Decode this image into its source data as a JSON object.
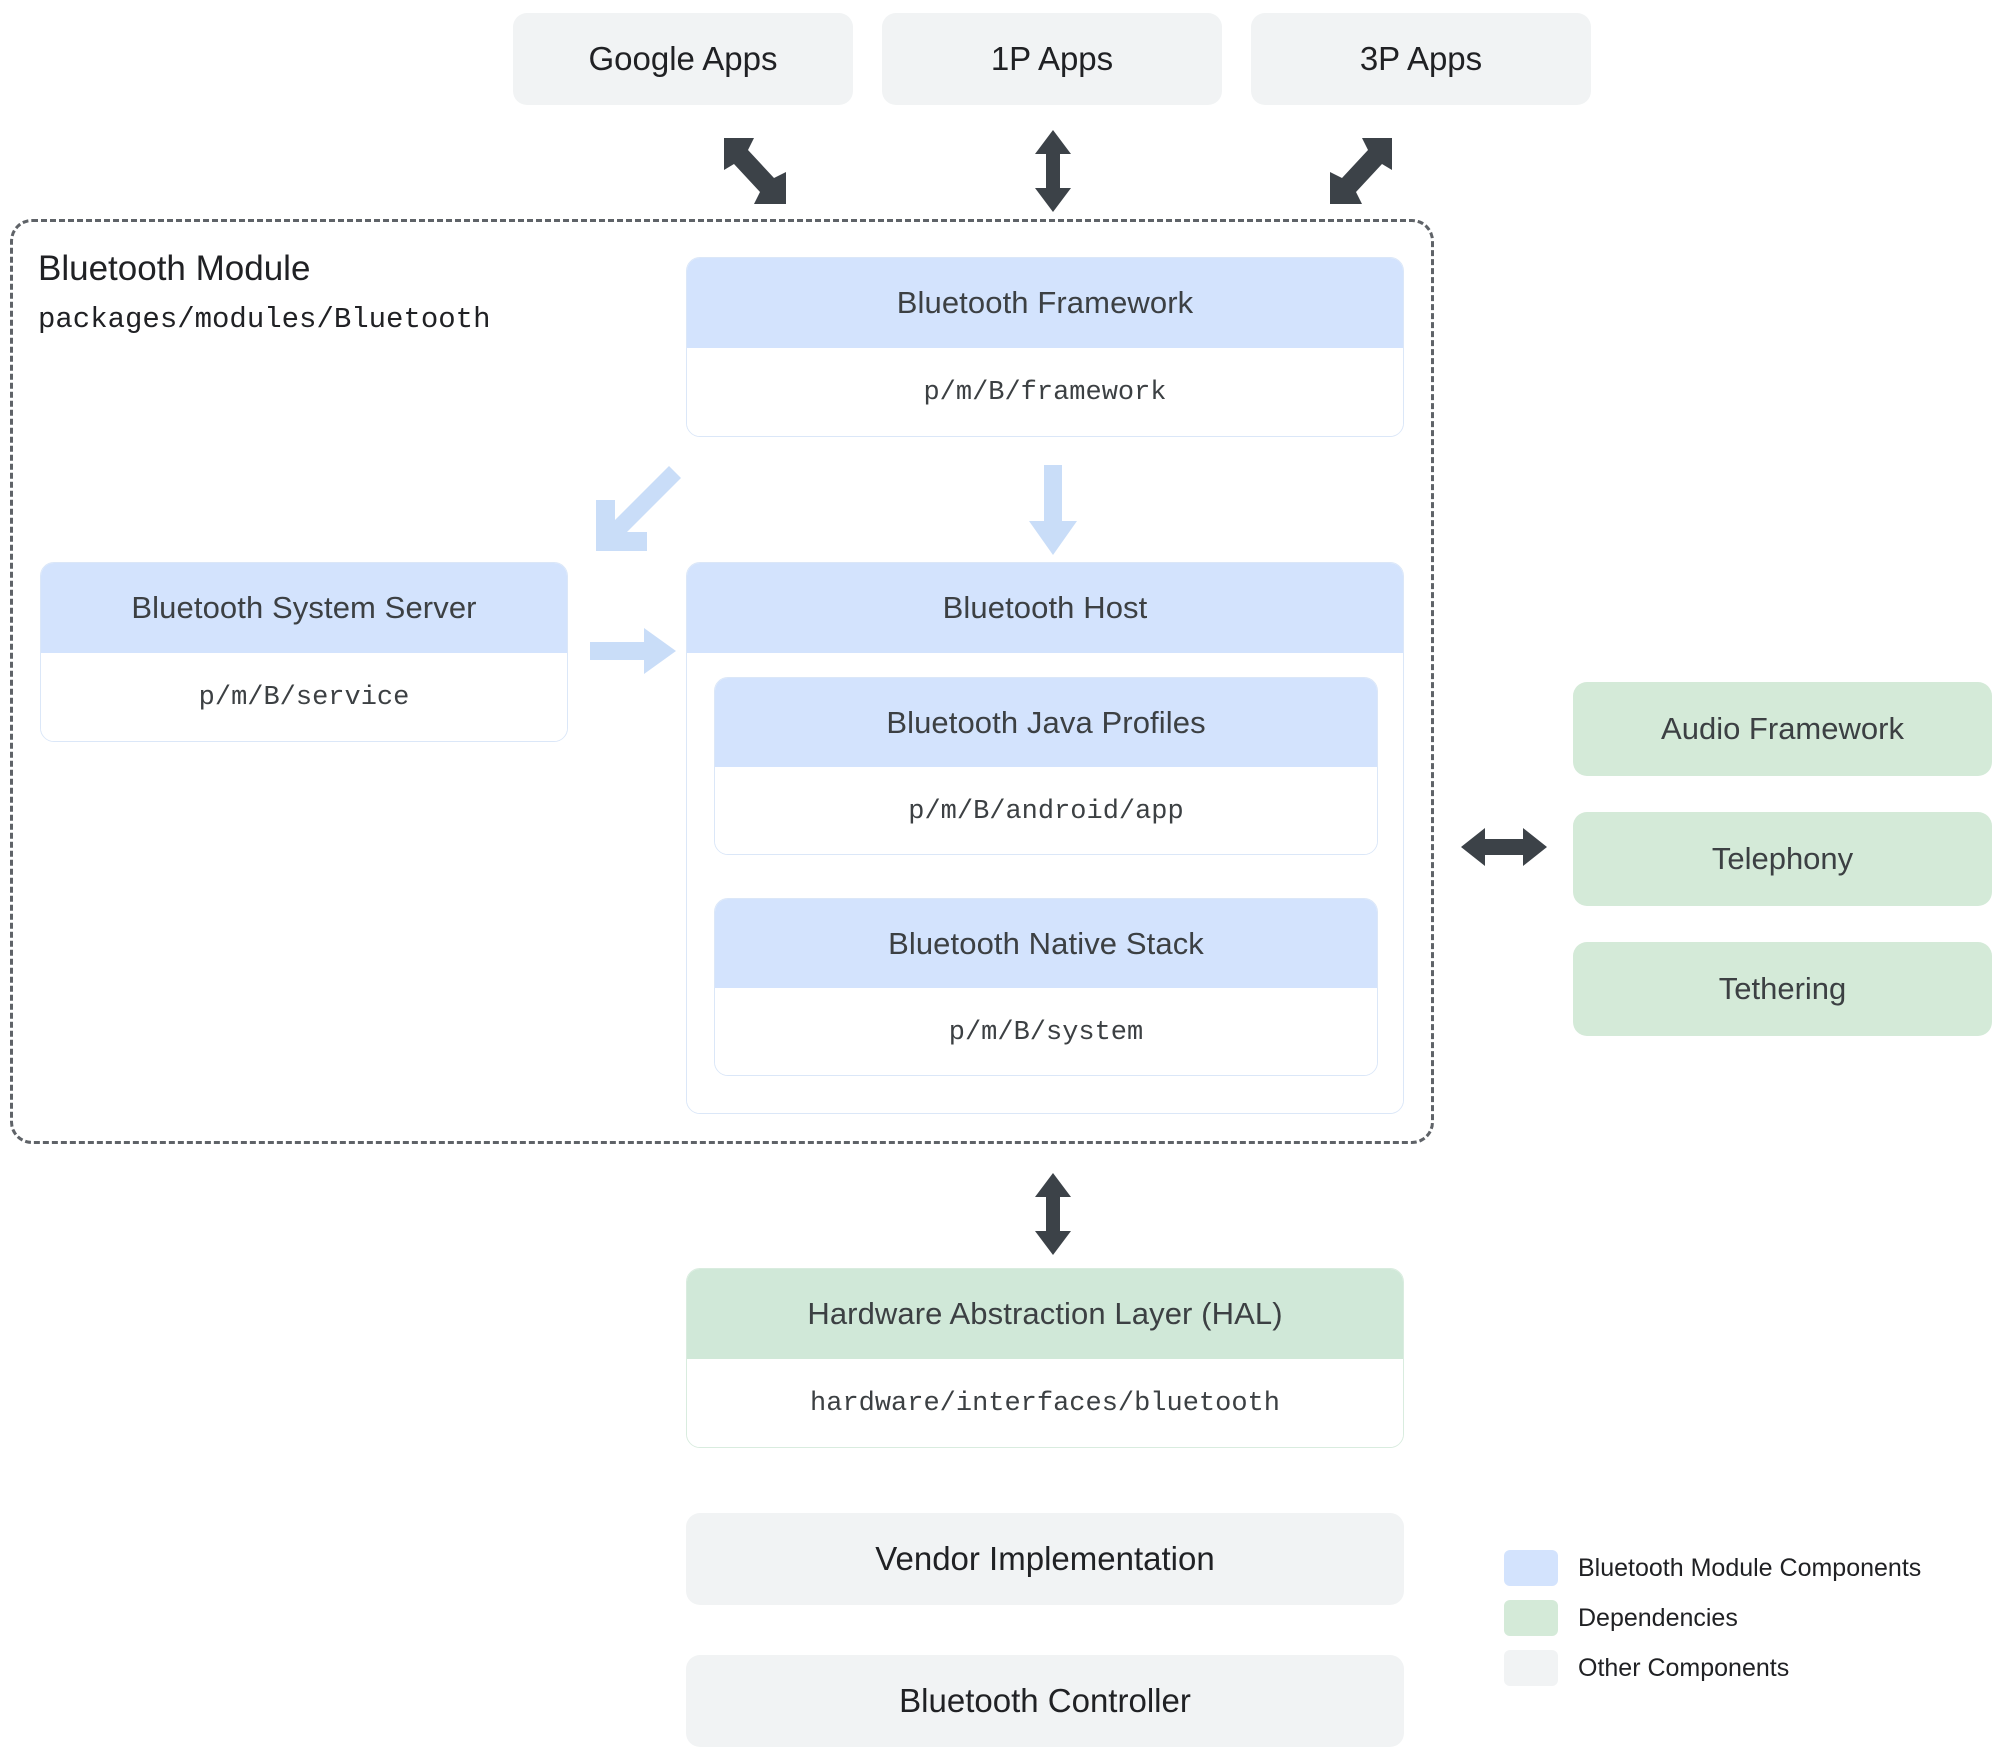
{
  "top_apps": [
    {
      "label": "Google Apps"
    },
    {
      "label": "1P Apps"
    },
    {
      "label": "3P Apps"
    }
  ],
  "module": {
    "title": "Bluetooth Module",
    "path": "packages/modules/Bluetooth"
  },
  "framework": {
    "title": "Bluetooth Framework",
    "path": "p/m/B/framework"
  },
  "system_server": {
    "title": "Bluetooth System Server",
    "path": "p/m/B/service"
  },
  "host": {
    "title": "Bluetooth Host",
    "children": [
      {
        "title": "Bluetooth Java Profiles",
        "path": "p/m/B/android/app"
      },
      {
        "title": "Bluetooth Native Stack",
        "path": "p/m/B/system"
      }
    ]
  },
  "dependencies": [
    {
      "label": "Audio Framework"
    },
    {
      "label": "Telephony"
    },
    {
      "label": "Tethering"
    }
  ],
  "hal": {
    "title": "Hardware Abstraction Layer (HAL)",
    "path": "hardware/interfaces/bluetooth"
  },
  "bottom_boxes": [
    {
      "label": "Vendor Implementation"
    },
    {
      "label": "Bluetooth Controller"
    }
  ],
  "legend": [
    {
      "label": "Bluetooth Module Components",
      "color": "#d3e3fd"
    },
    {
      "label": "Dependencies",
      "color": "#d4ead8"
    },
    {
      "label": "Other Components",
      "color": "#f1f3f4"
    }
  ],
  "colors": {
    "module_blue": "#d3e3fd",
    "dependency_green": "#d4ead8",
    "other_gray": "#f1f3f4",
    "arrow_dark": "#3c4248",
    "arrow_light": "#c9ddf8",
    "dashed_border": "#5f6368"
  },
  "arrows": [
    {
      "name": "google-apps-to-module",
      "style": "double",
      "direction": "diagonal-down-right",
      "color": "#3c4248"
    },
    {
      "name": "1p-apps-to-module",
      "style": "double",
      "direction": "vertical",
      "color": "#3c4248"
    },
    {
      "name": "3p-apps-to-module",
      "style": "double",
      "direction": "diagonal-up-right",
      "color": "#3c4248"
    },
    {
      "name": "framework-to-host",
      "style": "single",
      "direction": "down",
      "color": "#c9ddf8"
    },
    {
      "name": "framework-to-system-server",
      "style": "single",
      "direction": "diagonal-down-left",
      "color": "#c9ddf8"
    },
    {
      "name": "system-server-to-host",
      "style": "single",
      "direction": "right",
      "color": "#c9ddf8"
    },
    {
      "name": "host-to-dependencies",
      "style": "double",
      "direction": "horizontal",
      "color": "#3c4248"
    },
    {
      "name": "module-to-hal",
      "style": "double",
      "direction": "vertical",
      "color": "#3c4248"
    }
  ]
}
